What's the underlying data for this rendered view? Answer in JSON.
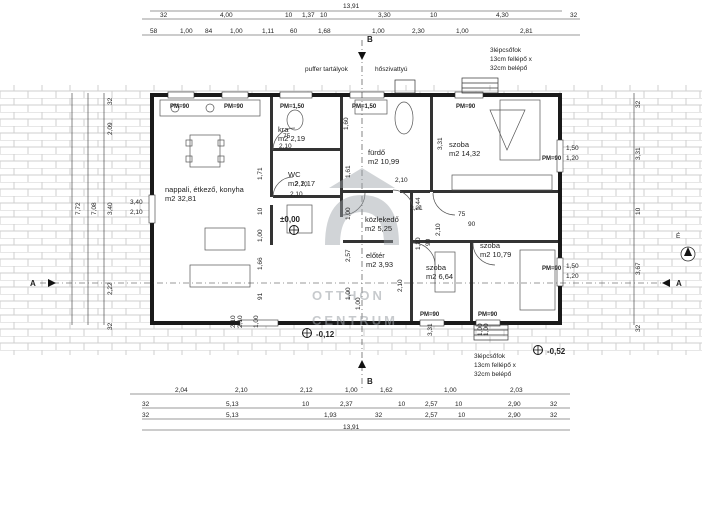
{
  "dimensions": {
    "top_total": "13,91",
    "top_row1": [
      "32",
      "4,00",
      "10",
      "1,37",
      "10",
      "3,30",
      "10",
      "4,30",
      "32"
    ],
    "top_row2": [
      "58",
      "1,00",
      "84",
      "1,00",
      "1,11",
      "60",
      "1,68",
      "1,00",
      "2,30",
      "1,00",
      "2,81"
    ],
    "bottom_row1": [
      "2,04",
      "2,10",
      "2,12",
      "1,00",
      "1,62",
      "1,00",
      "2,03"
    ],
    "bottom_row2": [
      "32",
      "5,13",
      "10",
      "2,37",
      "10",
      "2,57",
      "10",
      "2,90",
      "32"
    ],
    "bottom_row3": [
      "32",
      "5,13",
      "1,93",
      "32",
      "2,57",
      "10",
      "2,90",
      "32"
    ],
    "bottom_total": "13,91",
    "left_outer": "7,72",
    "left_mid": "7,08",
    "left_parts": [
      "32",
      "2,09",
      "3,40",
      "2,22",
      "32"
    ],
    "left_opening": [
      "3,40",
      "2,10"
    ],
    "right_parts": [
      "32",
      "3,31",
      "10",
      "3,67",
      "32"
    ],
    "right_windows": [
      [
        "1,50",
        "1,20"
      ],
      [
        "1,50",
        "1,20"
      ]
    ],
    "inner": [
      "1,60",
      "2,10",
      "75",
      "3,31",
      "1,71",
      "10",
      "1,00",
      "1,66",
      "91",
      "2,10",
      "1,61",
      "1,00",
      "2,57",
      "1,00",
      "2,10",
      "1,44",
      "1,20",
      "2,21",
      "2,10",
      "75",
      "90",
      "2,10",
      "90",
      "2,10",
      "3,31",
      "1,00",
      "1,00",
      "2,10",
      "1,00",
      "1,00",
      "2,10"
    ]
  },
  "rooms": [
    {
      "name": "nappali, étkező, konyha",
      "area": "m2 32,81"
    },
    {
      "name": "kra",
      "area": "m2 2,19"
    },
    {
      "name": "fürdő",
      "area": "m2 10,99"
    },
    {
      "name": "WC",
      "area": "m2 2,17"
    },
    {
      "name": "közlekedő",
      "area": "m2 5,25"
    },
    {
      "name": "előtér",
      "area": "m2 3,93"
    },
    {
      "name": "szoba",
      "area": "m2 14,32"
    },
    {
      "name": "szoba",
      "area": "m2 10,79"
    },
    {
      "name": "szoba",
      "area": "m2 6,64"
    }
  ],
  "window_tags": [
    "PM=90",
    "PM=90",
    "PM=1,50",
    "PM=1,50",
    "PM=90",
    "PM=90",
    "PM=90",
    "PM=90",
    "PM=90",
    "PM=90"
  ],
  "labels": {
    "puffer": "puffer tartályok",
    "hoszivattyu": "hőszivattyú",
    "stairs_top": [
      "3lépcsőfok",
      "13cm fellépő x",
      "32cm belépő"
    ],
    "stairs_bottom": [
      "3lépcsőfok",
      "13cm fellépő x",
      "32cm belépő"
    ],
    "level_zero": "±0,00",
    "level_front": "-0,12",
    "level_back": "-0,52",
    "section_b": "B",
    "section_a": "A",
    "north": "É",
    "watermark": [
      "OTTHON",
      "CENTRUM"
    ]
  },
  "colors": {
    "wall": "#1a1a1a",
    "brick": "#c8c8c8",
    "line": "#333333"
  }
}
